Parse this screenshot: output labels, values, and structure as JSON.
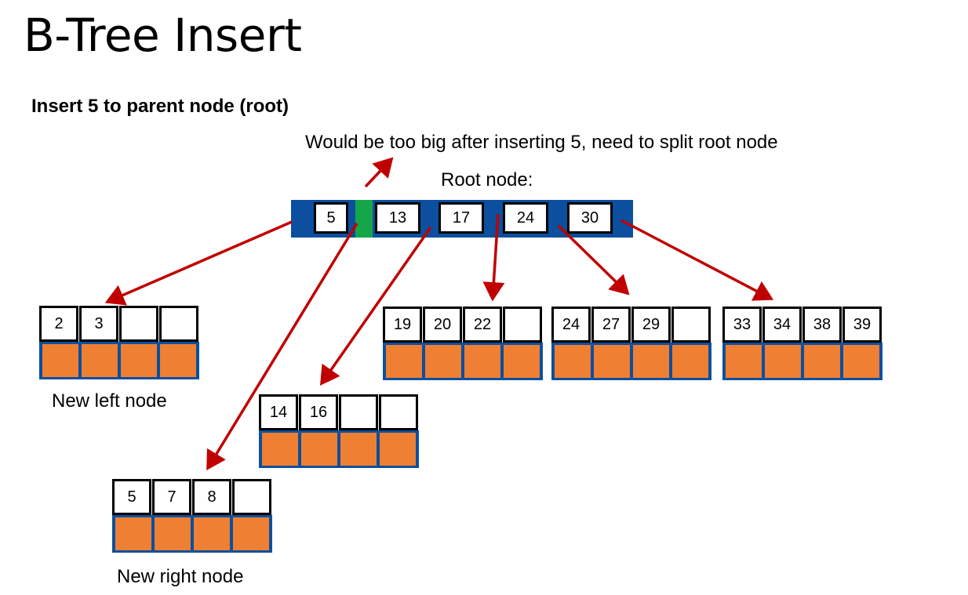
{
  "title": "B-Tree Insert",
  "subtitle": "Insert 5 to parent node (root)",
  "note": "Would be too big after inserting 5, need to split root node",
  "root_label": "Root node:",
  "root_keys": [
    "5",
    "13",
    "17",
    "24",
    "30"
  ],
  "leaves": {
    "left": {
      "keys": [
        "2",
        "3",
        "",
        ""
      ]
    },
    "right": {
      "keys": [
        "5",
        "7",
        "8",
        ""
      ]
    },
    "mid": {
      "keys": [
        "14",
        "16",
        "",
        ""
      ]
    },
    "c3": {
      "keys": [
        "19",
        "20",
        "22",
        ""
      ]
    },
    "c4": {
      "keys": [
        "24",
        "27",
        "29",
        ""
      ]
    },
    "c5": {
      "keys": [
        "33",
        "34",
        "38",
        "39"
      ]
    }
  },
  "captions": {
    "left": "New left node",
    "right": "New right node"
  },
  "colors": {
    "node_bar": "#0b4f9e",
    "pointer_cell": "#ef7f32",
    "new_key_slot": "#16a64a",
    "arrow": "#c00000"
  }
}
